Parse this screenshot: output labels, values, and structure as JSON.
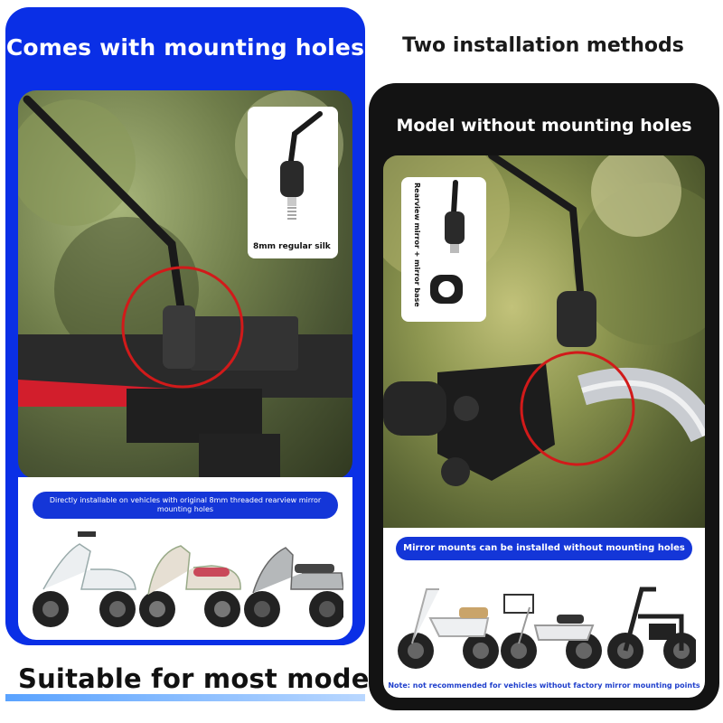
{
  "left": {
    "title": "Comes with mounting holes",
    "inset_label": "8mm regular silk",
    "note": "Directly installable on vehicles with original 8mm threaded rearview mirror mounting holes",
    "vehicles": [
      "white-scooter",
      "cream-scooter",
      "grey-scooter"
    ]
  },
  "right": {
    "heading": "Two installation methods",
    "title": "Model without mounting holes",
    "inset_label": "Rearview mirror + mirror base",
    "note": "Mirror mounts can be installed without mounting holes",
    "footnote": "Note: not recommended for vehicles without factory mirror mounting points",
    "vehicles": [
      "white-ebike",
      "basket-ebike",
      "folding-ebike"
    ]
  },
  "caption": "Suitable for most models",
  "colors": {
    "left_panel": "#0a2fe6",
    "right_panel": "#131313",
    "note_pill": "#1436d8",
    "highlight_circle": "#d11a1a"
  }
}
